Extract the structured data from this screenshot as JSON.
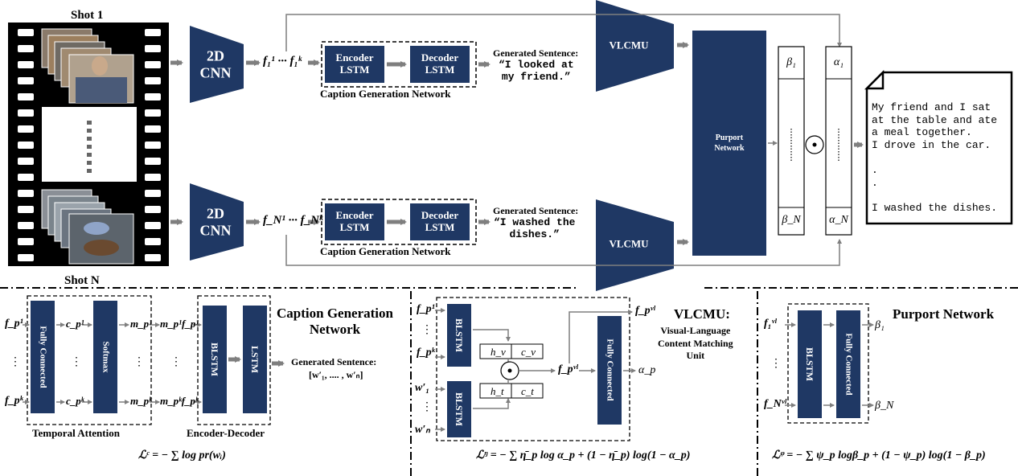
{
  "colors": {
    "navy": "#1f3864",
    "arrow": "#7f7f7f",
    "film": "#000000"
  },
  "film": {
    "shot_first": "Shot 1",
    "shot_last": "Shot N"
  },
  "top_row": {
    "cnn_label": "2D\nCNN",
    "feat_top": "f₁¹ ··· f₁ᵏ",
    "feat_bottom": "f_N¹ ··· f_Nᵏ",
    "encoder": "Encoder\nLSTM",
    "decoder": "Decoder\nLSTM",
    "caption_net": "Caption Generation Network",
    "gen_sentence_title": "Generated Sentence:",
    "gen_sentence_top": "“I looked at\nmy friend.”",
    "gen_sentence_bottom": "“I washed the\ndishes.”",
    "vlcmu": "VLCMU",
    "purport": "Purport\nNetwork",
    "beta1": "β₁",
    "betaN": "β_N",
    "alpha1": "α₁",
    "alphaN": "α_N",
    "odot": "⊙",
    "story": "My friend and I sat\nat the table and ate\na meal together.\nI drove in the car.\n\n.\n.\n\nI washed the dishes."
  },
  "caption_panel": {
    "fp1": "f_p¹",
    "fpk": "f_pᵏ",
    "vdots": "⋮",
    "fc": "Fully Connected",
    "softmax": "Softmax",
    "cp1": "c_p¹",
    "cpk": "c_pᵏ",
    "mp1": "m_p¹",
    "mpk": "m_pᵏ",
    "mf1": "m_p¹f_p¹",
    "mfk": "m_pᵏf_pᵏ",
    "blstm": "BLSTM",
    "lstm": "LSTM",
    "temporal_attention": "Temporal Attention",
    "encoder_decoder": "Encoder-Decoder",
    "title": "Caption Generation\nNetwork",
    "gen_title": "Generated Sentence:",
    "gen_words": "[w′₁, .... , w′ₙ]",
    "loss": "ℒᶜ = − ∑ log pr(wᵢ)"
  },
  "vlcmu_panel": {
    "fp1": "f_p¹",
    "fpk": "f_pᵏ",
    "w1": "w′₁",
    "wn": "w′ₙ",
    "vdots": "⋮",
    "blstm": "BLSTM",
    "hv": "h_v",
    "cv": "c_v",
    "ht": "h_t",
    "ct": "c_t",
    "odot": "⊙",
    "fpvl": "f_pᵛˡ",
    "fc": "Fully Connected",
    "alpha_p": "α_p",
    "title": "VLCMU:",
    "subtitle": "Visual-Language\nContent Matching\nUnit",
    "loss": "ℒᵑ = − ∑ η̄_p log α_p + (1 − η̄_p) log(1 − α_p)"
  },
  "purport_panel": {
    "title": "Purport Network",
    "f1vl": "f₁ᵛˡ",
    "fNvl": "f_Nᵛˡ",
    "vdots": "⋮",
    "blstm": "BLSTM",
    "fc": "Fully Connected",
    "beta1": "β₁",
    "betaN": "β_N",
    "loss": "ℒᵠ = − ∑ ψ_p logβ_p + (1 − ψ_p) log(1 − β_p)"
  }
}
